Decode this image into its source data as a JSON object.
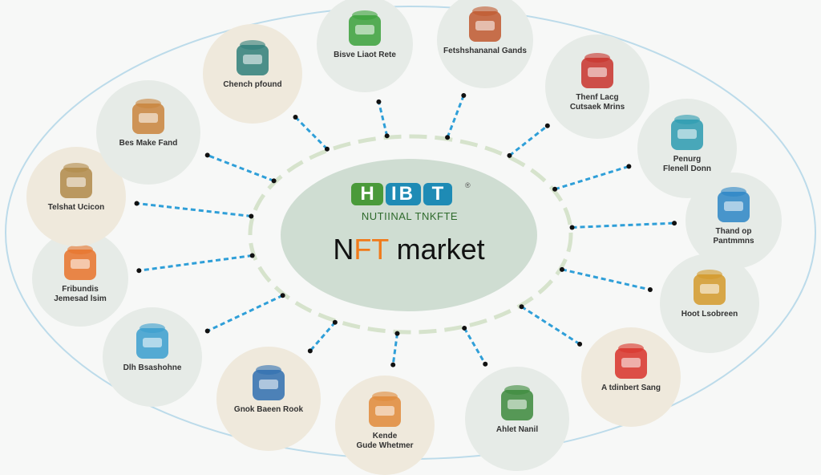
{
  "hub": {
    "logo_letters": [
      "H",
      "IB",
      "T"
    ],
    "logo_registered": "®",
    "subtitle": "NUTIINAL TNKFTE",
    "title_accent_prefix": "N",
    "title_accent": "FT",
    "title_rest": " market"
  },
  "colors": {
    "accent": "#f07a1a",
    "connector": "#2f9fd8",
    "ring": "#d6e3cc",
    "hub": "#cfddd2",
    "logo_green": "#4a9a3a",
    "logo_blue": "#1e8bb5"
  },
  "nodes": [
    {
      "label": "Chench pfound",
      "icon": "bottle-icon",
      "color": "#2f7f7a",
      "bg": "#efe9dc"
    },
    {
      "label": "Bisve Liaot Rete",
      "icon": "tree-icon",
      "color": "#3aa13a",
      "bg": "#e6ebe7"
    },
    {
      "label": "Fetshshananal Gands",
      "icon": "basket-icon",
      "color": "#c0582e",
      "bg": "#e6ebe7"
    },
    {
      "label": "Thenf Lacg\nCutsaek Mrins",
      "icon": "jar-icon",
      "color": "#c8322c",
      "bg": "#e6ebe7"
    },
    {
      "label": "Penurg\nFlenell Donn",
      "icon": "container-icon",
      "color": "#2c9bb0",
      "bg": "#e6ebe7"
    },
    {
      "label": "Thand op\nPantmmns",
      "icon": "stall-icon",
      "color": "#2b86c6",
      "bg": "#e6ebe7"
    },
    {
      "label": "Hoot Lsobreen",
      "icon": "bowl-icon",
      "color": "#d49a2a",
      "bg": "#e6ebe7"
    },
    {
      "label": "A tdinbert Sang",
      "icon": "tomato-heart-icon",
      "color": "#d8332b",
      "bg": "#efe9dc"
    },
    {
      "label": "Ahlet Nanil",
      "icon": "temple-icon",
      "color": "#3c8a3c",
      "bg": "#e6ebe7"
    },
    {
      "label": "Kende\nGude Whetmer",
      "icon": "child-icon",
      "color": "#e08a3a",
      "bg": "#efe9dc"
    },
    {
      "label": "Gnok Baeen Rook",
      "icon": "landscape-icon",
      "color": "#2f6fb0",
      "bg": "#efe9dc"
    },
    {
      "label": "Dlh Bsashohne",
      "icon": "bottles-icon",
      "color": "#3a9fcf",
      "bg": "#e6ebe7"
    },
    {
      "label": "Fribundis\nJemesad lsim",
      "icon": "pineapple-icon",
      "color": "#e8732a",
      "bg": "#e6ebe7"
    },
    {
      "label": "Telshat Ucicon",
      "icon": "bag-icon",
      "color": "#b08a4a",
      "bg": "#efe9dc"
    },
    {
      "label": "Bes Make Fand",
      "icon": "ginger-icon",
      "color": "#c9843c",
      "bg": "#e6ebe7"
    }
  ]
}
